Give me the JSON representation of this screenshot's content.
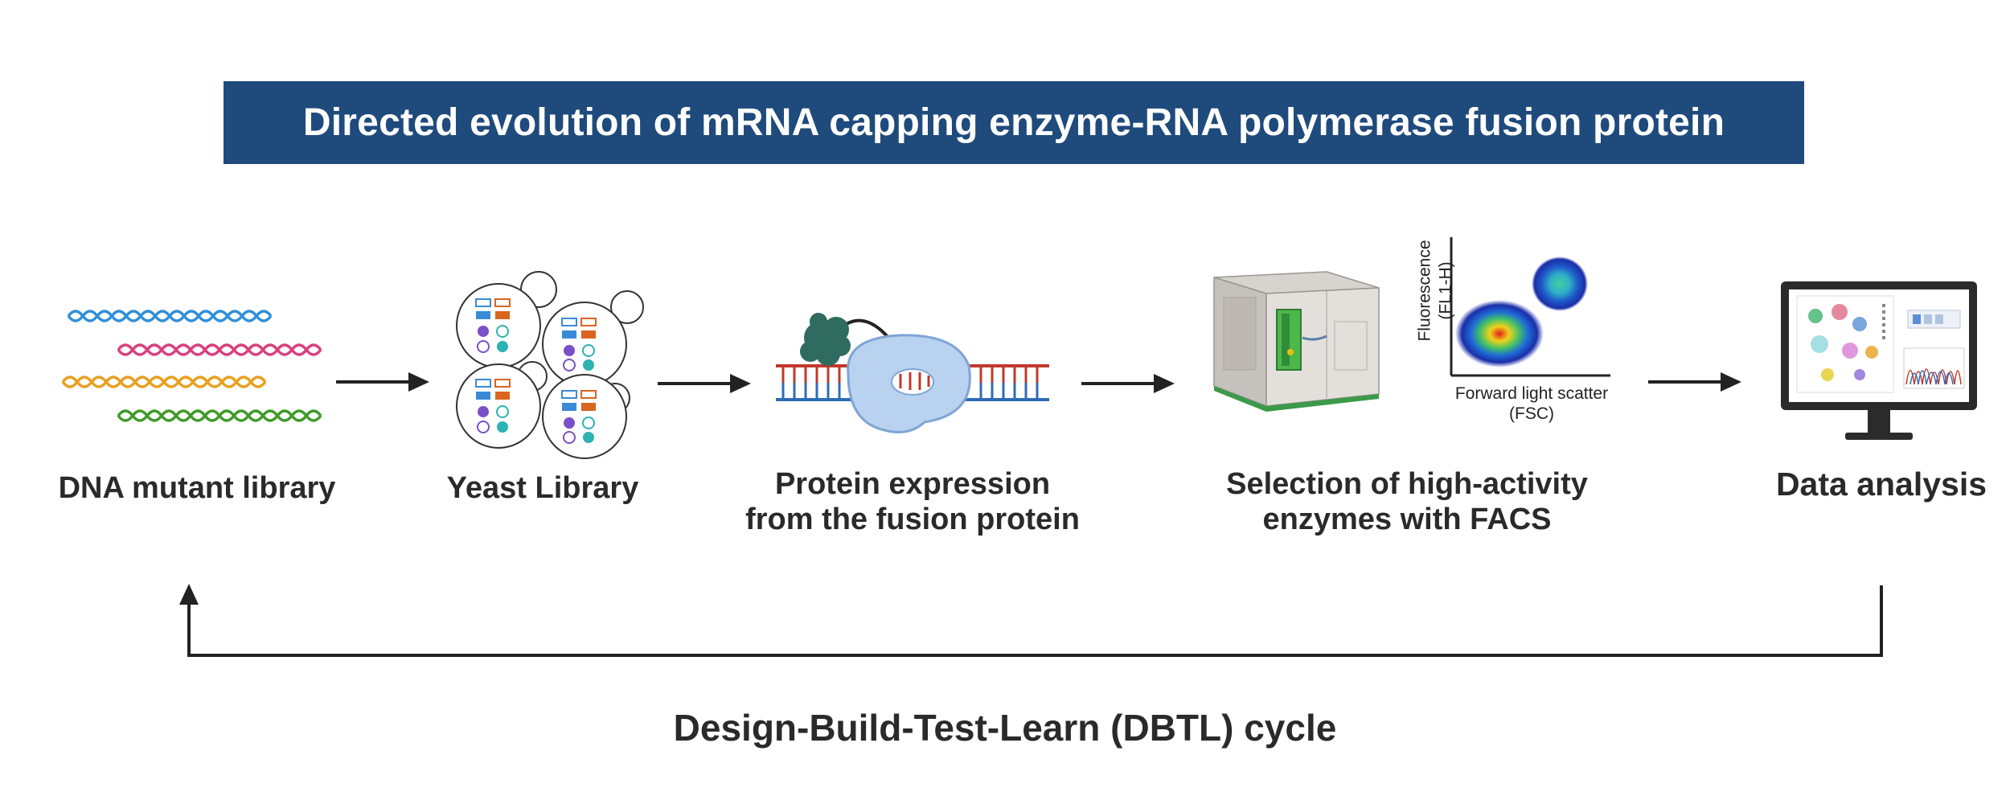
{
  "title": "Directed evolution of mRNA capping enzyme-RNA polymerase fusion protein",
  "steps": [
    {
      "label": "DNA mutant library",
      "icon": "dna-helices-icon"
    },
    {
      "label": "Yeast Library",
      "icon": "yeast-cells-icon"
    },
    {
      "label_line1": "Protein expression",
      "label_line2": "from the fusion protein",
      "icon": "fusion-protein-on-dna-icon"
    },
    {
      "label_line1": "Selection of high-activity",
      "label_line2": "enzymes with FACS",
      "icon": "flow-cytometer-icon"
    },
    {
      "label": "Data analysis",
      "icon": "monitor-icon"
    }
  ],
  "facs_plot": {
    "ylabel_line1": "Fluorescence",
    "ylabel_line2": "(FL1-H)",
    "xlabel_line1": "Forward light scatter",
    "xlabel_line2": "(FSC)"
  },
  "cycle_label": "Design-Build-Test-Learn (DBTL) cycle",
  "colors": {
    "banner": "#1f4a7c",
    "dna": [
      "#2f8fd9",
      "#d9407e",
      "#e8a020",
      "#3f9a2a"
    ],
    "arrow": "#222222"
  }
}
